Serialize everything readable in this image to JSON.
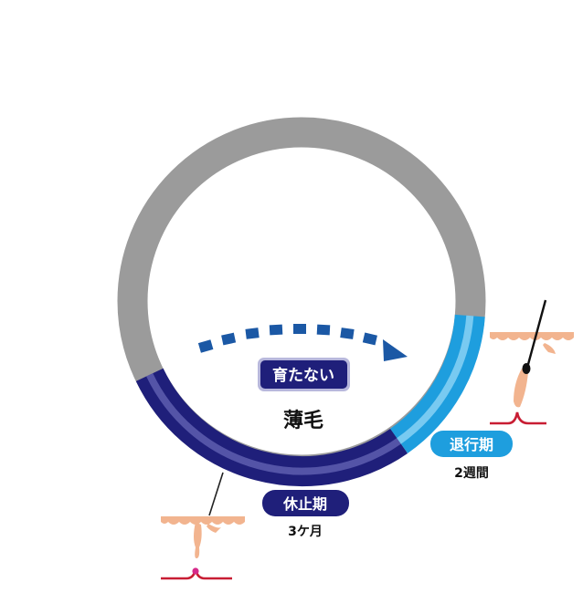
{
  "center": {
    "badge": "育たない",
    "main": "薄毛"
  },
  "phases": [
    {
      "key": "resting",
      "label": "休止期",
      "duration": "3ケ月",
      "color": "#1f1f7a"
    },
    {
      "key": "regression",
      "label": "退行期",
      "duration": "2週間",
      "color": "#1e9ede"
    }
  ],
  "cycle": {
    "remaining_color": "#9b9b9b",
    "arrow_color": "#1b58a5"
  }
}
